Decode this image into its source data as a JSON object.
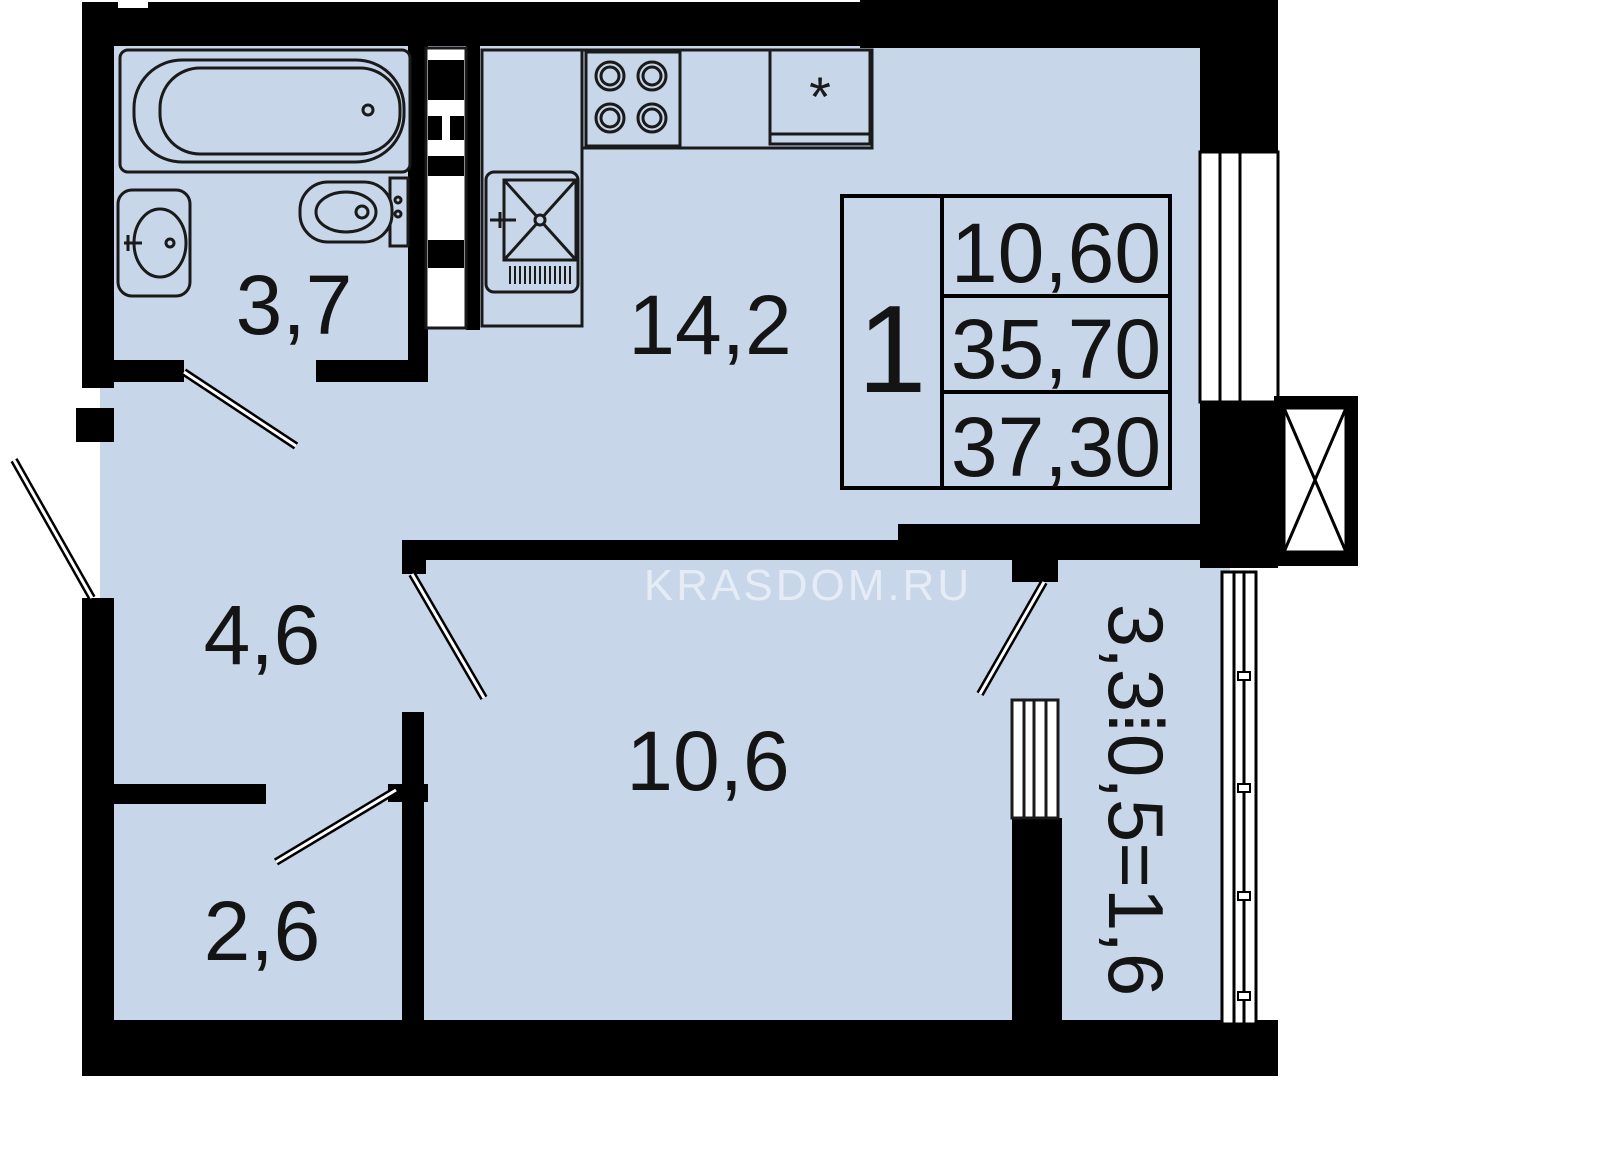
{
  "plan": {
    "colors": {
      "floor": "#c7d6e8",
      "wall": "#000000",
      "fixture_fill": "#c7d6e8",
      "fixture_stroke": "#1a1a1a",
      "label": "#141414"
    },
    "rooms": [
      {
        "id": "bathroom",
        "area": "3,7"
      },
      {
        "id": "kitchen",
        "area": "14,2"
      },
      {
        "id": "hallway",
        "area": "4,6"
      },
      {
        "id": "living-room",
        "area": "10,6"
      },
      {
        "id": "storage",
        "area": "2,6"
      }
    ],
    "balcony": {
      "label": "3,3⁞0,5=1,6"
    },
    "summary": {
      "rooms_count": "1",
      "living_area": "10,60",
      "total_area": "35,70",
      "total_with_balcony": "37,30"
    },
    "watermark": "KRASDOM.RU",
    "fixture_icons": [
      "bathtub-icon",
      "sink-icon",
      "toilet-icon",
      "stove-icon",
      "kitchen-sink-icon",
      "refrigerator-icon",
      "ventilation-shaft-icon",
      "radiator-icon"
    ]
  }
}
